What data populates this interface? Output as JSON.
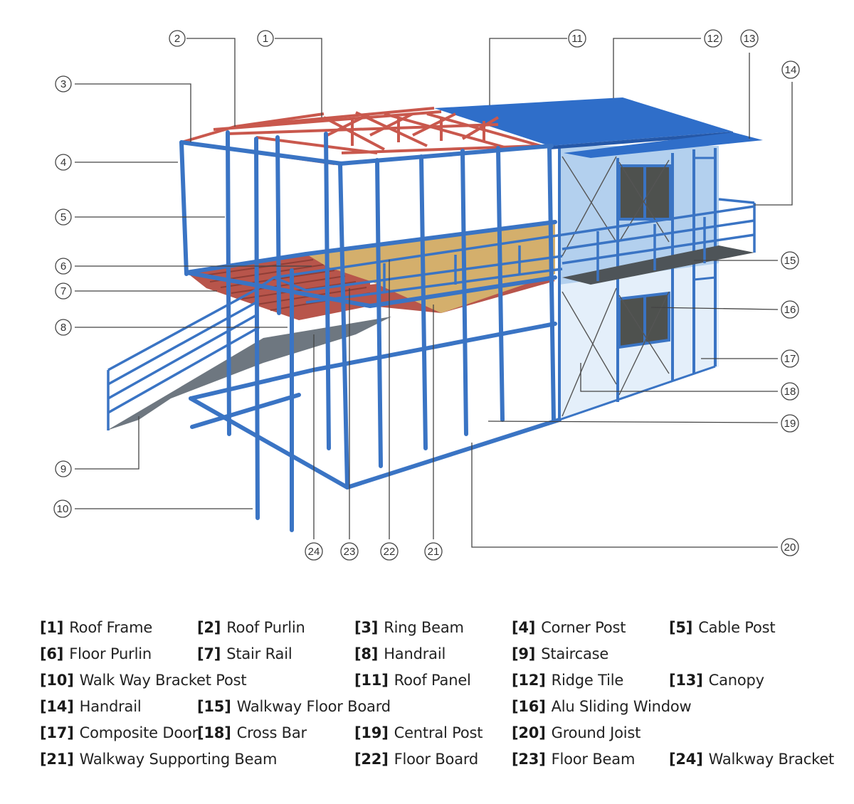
{
  "diagram": {
    "title": "",
    "colors": {
      "frame_blue": "#3a74c4",
      "roof_blue": "#2f6ec9",
      "truss_red": "#c9584d",
      "floor_board": "#d2ad6a",
      "stair_grey": "#6f7b86",
      "wall_light_blue": "#b8d4f0",
      "window_dark": "#4a4d4a",
      "leader_line": "#444444"
    },
    "callouts": [
      {
        "id": "1",
        "label": "①"
      },
      {
        "id": "2",
        "label": "②"
      },
      {
        "id": "3",
        "label": "③"
      },
      {
        "id": "4",
        "label": "④"
      },
      {
        "id": "5",
        "label": "⑤"
      },
      {
        "id": "6",
        "label": "⑥"
      },
      {
        "id": "7",
        "label": "⑦"
      },
      {
        "id": "8",
        "label": "⑧"
      },
      {
        "id": "9",
        "label": "⑨"
      },
      {
        "id": "10",
        "label": "⑩"
      },
      {
        "id": "11",
        "label": "⑪"
      },
      {
        "id": "12",
        "label": "⑫"
      },
      {
        "id": "13",
        "label": "⑬"
      },
      {
        "id": "14",
        "label": "⑭"
      },
      {
        "id": "15",
        "label": "⑮"
      },
      {
        "id": "16",
        "label": "⑯"
      },
      {
        "id": "17",
        "label": "⑰"
      },
      {
        "id": "18",
        "label": "⑱"
      },
      {
        "id": "19",
        "label": "⑲"
      },
      {
        "id": "20",
        "label": "⑳"
      },
      {
        "id": "21",
        "label": "㉑"
      },
      {
        "id": "22",
        "label": "㉒"
      },
      {
        "id": "23",
        "label": "㉓"
      },
      {
        "id": "24",
        "label": "㉔"
      }
    ]
  },
  "legend": {
    "rows": [
      [
        {
          "num": "[1]",
          "label": "Roof Frame"
        },
        {
          "num": "[2]",
          "label": "Roof Purlin"
        },
        {
          "num": "[3]",
          "label": "Ring Beam"
        },
        {
          "num": "[4]",
          "label": "Corner Post"
        },
        {
          "num": "[5]",
          "label": "Cable Post"
        }
      ],
      [
        {
          "num": "[6]",
          "label": "Floor Purlin"
        },
        {
          "num": "[7]",
          "label": "Stair Rail"
        },
        {
          "num": "[8]",
          "label": "Handrail"
        },
        {
          "num": "[9]",
          "label": "Staircase"
        }
      ],
      [
        {
          "num": "[10]",
          "label": "Walk Way Bracket Post"
        },
        {
          "num": "[11]",
          "label": "Roof Panel"
        },
        {
          "num": "[12]",
          "label": "Ridge Tile"
        },
        {
          "num": "[13]",
          "label": "Canopy"
        }
      ],
      [
        {
          "num": "[14]",
          "label": "Handrail"
        },
        {
          "num": "[15]",
          "label": "Walkway Floor Board"
        },
        {
          "num": "[16]",
          "label": "Alu Sliding Window"
        }
      ],
      [
        {
          "num": "[17]",
          "label": "Composite Door"
        },
        {
          "num": "[18]",
          "label": "Cross Bar"
        },
        {
          "num": "[19]",
          "label": "Central Post"
        },
        {
          "num": "[20]",
          "label": "Ground Joist"
        }
      ],
      [
        {
          "num": "[21]",
          "label": "Walkway Supporting Beam"
        },
        {
          "num": "[22]",
          "label": "Floor Board"
        },
        {
          "num": "[23]",
          "label": "Floor Beam"
        },
        {
          "num": "[24]",
          "label": "Walkway Bracket"
        }
      ]
    ]
  }
}
